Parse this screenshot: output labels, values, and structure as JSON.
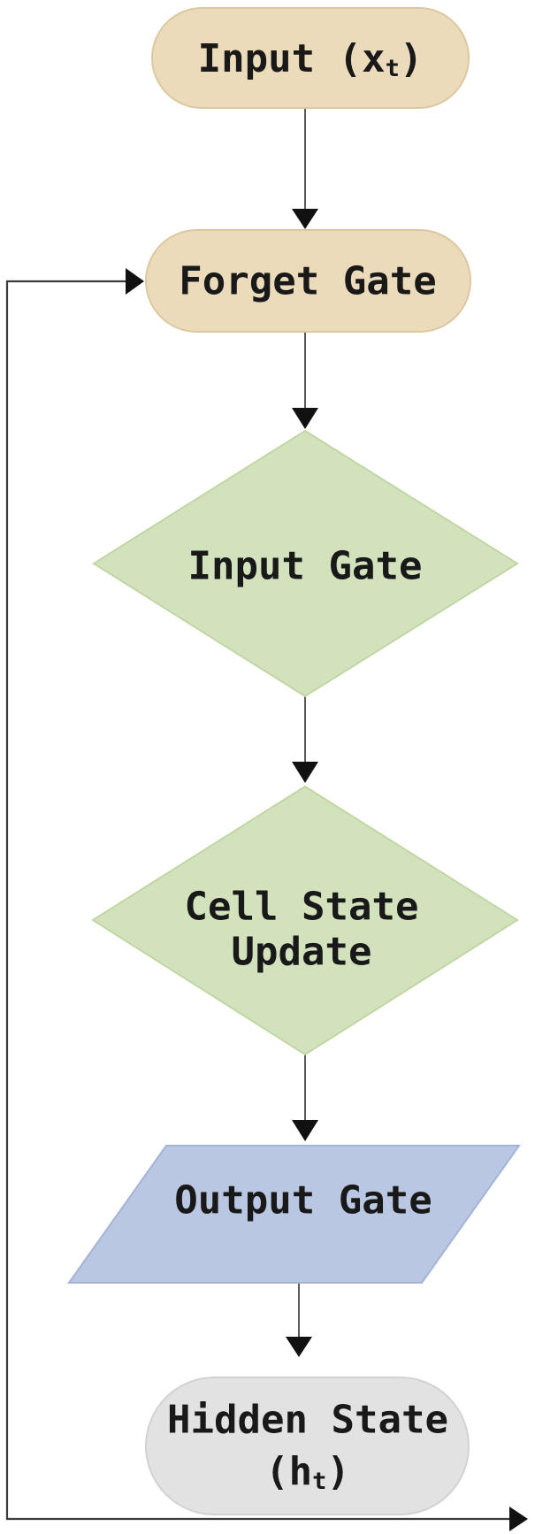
{
  "diagram": {
    "type": "flowchart",
    "direction": "top-down",
    "nodes": {
      "input": {
        "shape": "stadium",
        "label_pre": "Input (x",
        "label_sub": "t",
        "label_post": ")",
        "fill": "#ecdbbb",
        "stroke": "#dcc8a0"
      },
      "forget_gate": {
        "shape": "stadium",
        "label": "Forget Gate",
        "fill": "#ecdbbb",
        "stroke": "#dcc8a0"
      },
      "input_gate": {
        "shape": "diamond",
        "label": "Input Gate",
        "fill": "#d2e2bc",
        "stroke": "#c2d6a4"
      },
      "cell_state_update": {
        "shape": "diamond",
        "label_line1": "Cell State",
        "label_line2": "Update",
        "fill": "#d2e2bc",
        "stroke": "#c2d6a4"
      },
      "output_gate": {
        "shape": "parallelogram",
        "label": "Output Gate",
        "fill": "#b9c7e2",
        "stroke": "#a3b4d6"
      },
      "hidden_state": {
        "shape": "stadium",
        "label_line1": "Hidden State",
        "label_pre": "(h",
        "label_sub": "t",
        "label_post": ")",
        "fill": "#e2e2e2",
        "stroke": "#d2d2d2"
      }
    },
    "edges": [
      {
        "from": "input",
        "to": "forget_gate"
      },
      {
        "from": "forget_gate",
        "to": "input_gate"
      },
      {
        "from": "input_gate",
        "to": "cell_state_update"
      },
      {
        "from": "cell_state_update",
        "to": "output_gate"
      },
      {
        "from": "output_gate",
        "to": "hidden_state"
      },
      {
        "from": "hidden_state",
        "to": "forget_gate",
        "route": "feedback-loop-left-side"
      },
      {
        "from": "hidden_state",
        "to": "out",
        "route": "bottom-right-exit"
      }
    ],
    "colors": {
      "edge_line": "#5a5a5a",
      "loop_line": "#3c3c3c",
      "arrowhead": "#111111",
      "text": "#191919",
      "background": "#ffffff"
    }
  }
}
